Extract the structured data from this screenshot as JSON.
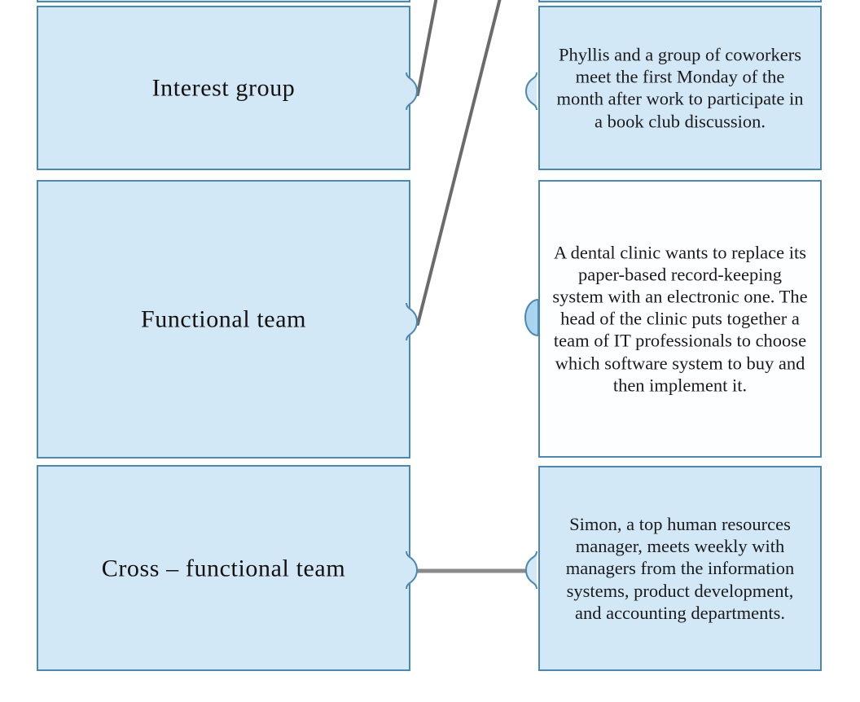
{
  "diagram": {
    "title": "Group and team types matching diagram",
    "colors": {
      "box_border": "#4d88af",
      "box_fill": "#d3e8f7",
      "box_fill_alt": "#fdfeff",
      "connector_line": "#6b6b6b",
      "text": "#14110f",
      "bump_fill_selected": "#a8d4ef"
    },
    "left_column": {
      "label": "term-column",
      "items": [
        {
          "id": "interest-group",
          "label": "Interest  group",
          "connector_state": "open"
        },
        {
          "id": "functional-team",
          "label": "Functional  team",
          "connector_state": "open"
        },
        {
          "id": "cross-functional-team",
          "label": "Cross – functional  team",
          "connector_state": "open"
        }
      ]
    },
    "right_column": {
      "label": "description-column",
      "items": [
        {
          "id": "book-club-description",
          "text": "Phyllis and a group of coworkers meet the first Monday of the month after work to participate in a book club discussion.",
          "fill": "blue",
          "connector_state": "open"
        },
        {
          "id": "dental-clinic-description",
          "text": "A dental clinic wants to replace its paper-based record-keeping system with an electronic one. The head of the clinic puts together a team of IT professionals to choose which software system to buy and then implement it.",
          "fill": "white",
          "connector_state": "filled"
        },
        {
          "id": "hr-manager-description",
          "text": "Simon, a top human resources manager, meets weekly with managers from the information systems, product development, and accounting departments.",
          "fill": "blue",
          "connector_state": "open"
        }
      ]
    },
    "connections": [
      {
        "id": "connection-interest-group",
        "from": "interest-group",
        "to": "off-screen-above",
        "kind": "diagonal"
      },
      {
        "id": "connection-functional-team",
        "from": "functional-team",
        "to": "off-screen-above",
        "kind": "diagonal"
      },
      {
        "id": "connection-cross-functional-team",
        "from": "cross-functional-team",
        "to": "hr-manager-description",
        "kind": "horizontal"
      }
    ]
  }
}
